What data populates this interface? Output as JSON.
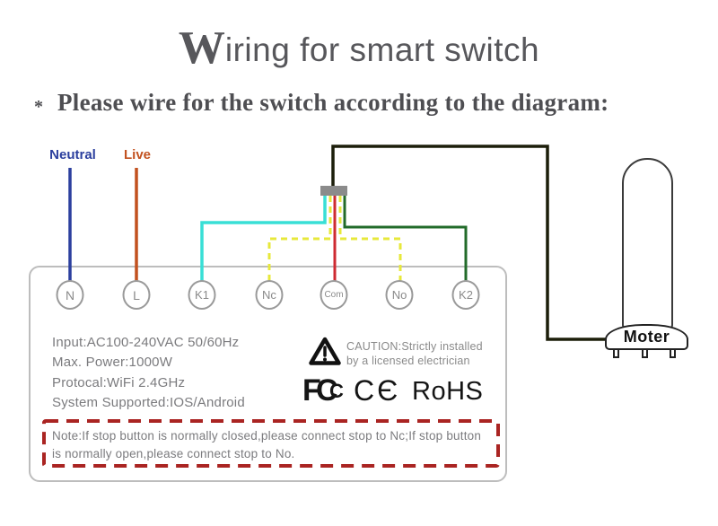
{
  "title": {
    "lead": "W",
    "rest": "iring for smart switch"
  },
  "subtitle": {
    "star": "*",
    "text": "Please wire for the switch according to the diagram:"
  },
  "wire_labels": {
    "neutral": "Neutral",
    "live": "Live"
  },
  "terminals": [
    "N",
    "L",
    "K1",
    "Nc",
    "Com",
    "No",
    "K2"
  ],
  "switch_box": {
    "specs": [
      "Input:AC100-240VAC 50/60Hz",
      "Max. Power:1000W",
      "Protocal:WiFi 2.4GHz",
      "System Supported:IOS/Android"
    ],
    "caution_line1": "CAUTION:Strictly installed",
    "caution_line2": "by a licensed electrician",
    "note": "Note:If stop button is normally closed,please connect stop to Nc;If stop button is normally open,please connect stop to No."
  },
  "certifications": {
    "fcc": {
      "f": "F",
      "c_outer": "C",
      "c_inner": "C"
    },
    "ce": "CЄ",
    "rohs": "RoHS"
  },
  "motor": {
    "label": "Moter"
  },
  "colors": {
    "neutral_wire": "#2b3f9e",
    "live_wire": "#c2511f",
    "k1_wire": "#38dfd6",
    "nc_no_wire": "#e7e83b",
    "com_wire": "#ce2a31",
    "k2_wire": "#226b2a",
    "mains_wire": "#1c1e0a",
    "connector": "#8b8b8b",
    "note_border": "#aa2422"
  }
}
